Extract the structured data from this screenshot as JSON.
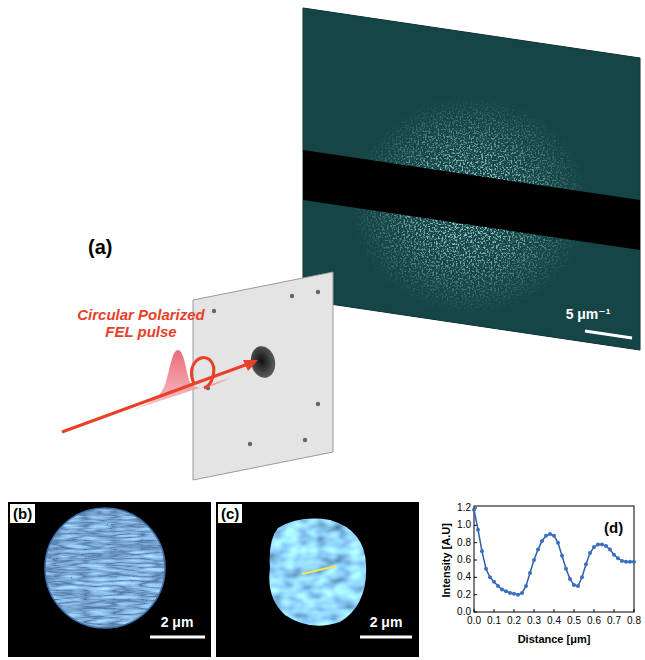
{
  "diagram": {
    "labels": [
      "5 μm⁻¹",
      "(a)",
      "Circular Polarized FEL pulse",
      "(b)",
      "2 μm",
      "(c)",
      "2 μm",
      "(d)",
      "Intensity [A.U]",
      "Distance [μm]",
      "1.2",
      "1.0",
      "0.8",
      "0.6",
      "0.4",
      "0.2",
      "0.0",
      "0.0",
      "0.1",
      "0.2",
      "0.3",
      "0.4",
      "0.5",
      "0.6",
      "0.7",
      "0.8"
    ]
  }
}
